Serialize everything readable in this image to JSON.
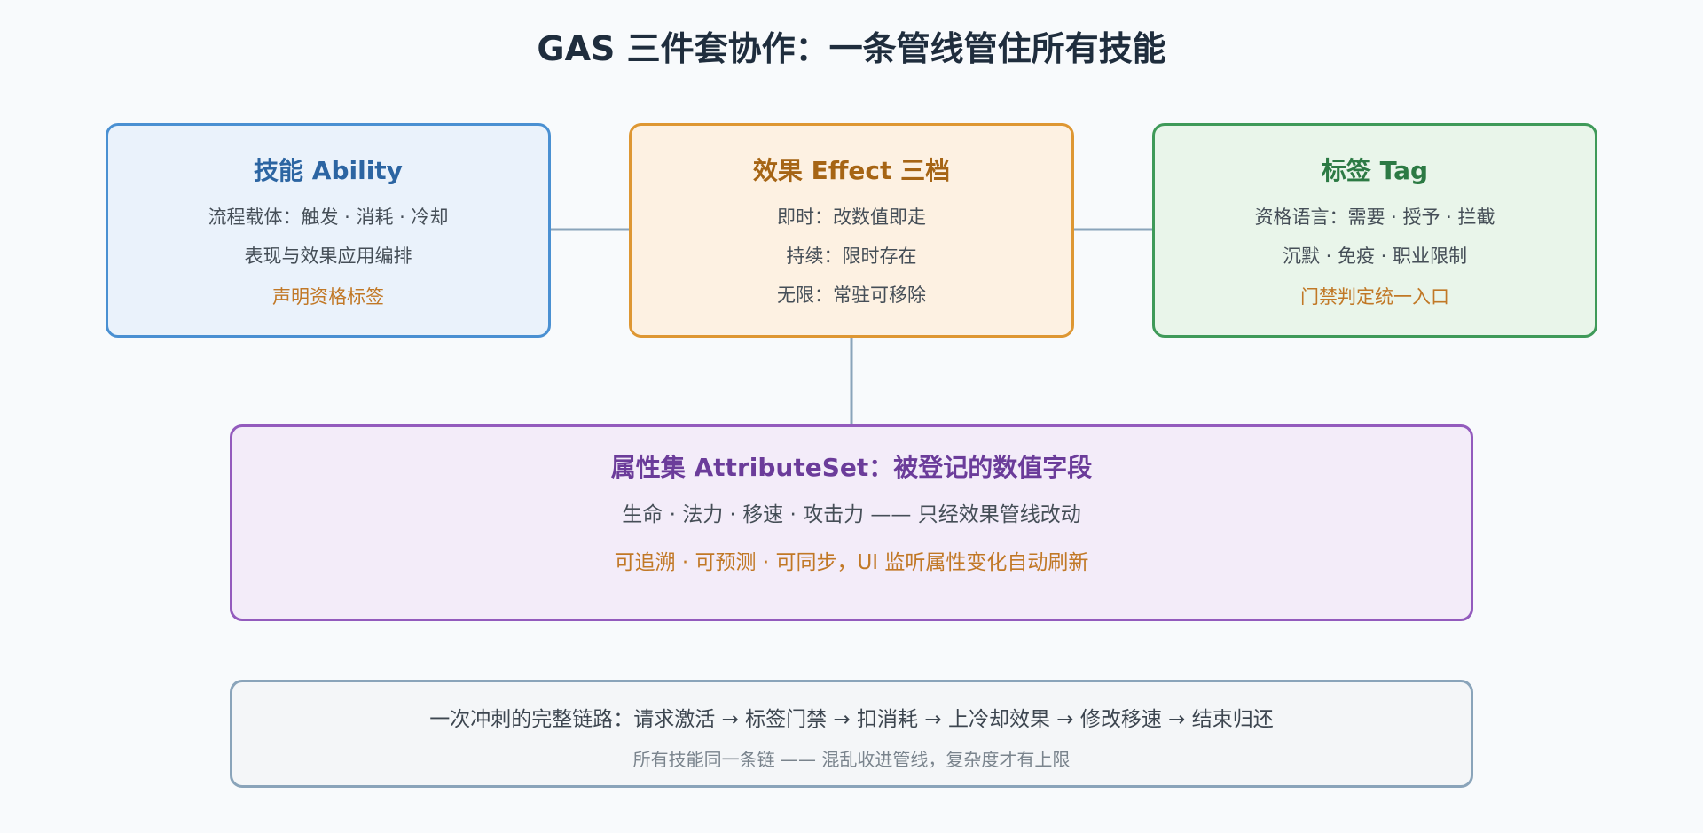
{
  "title": "GAS 三件套协作：一条管线管住所有技能",
  "ability": {
    "title": "技能 Ability",
    "line1": "流程载体：触发 · 消耗 · 冷却",
    "line2": "表现与效果应用编排",
    "accent": "声明资格标签"
  },
  "effect": {
    "title": "效果 Effect 三档",
    "line1": "即时：改数值即走",
    "line2": "持续：限时存在",
    "line3": "无限：常驻可移除"
  },
  "tag": {
    "title": "标签 Tag",
    "line1": "资格语言：需要 · 授予 · 拦截",
    "line2": "沉默 · 免疫 · 职业限制",
    "accent": "门禁判定统一入口"
  },
  "attribute": {
    "title": "属性集 AttributeSet：被登记的数值字段",
    "line1": "生命 · 法力 · 移速 · 攻击力 —— 只经效果管线改动",
    "accent": "可追溯 · 可预测 · 可同步，UI 监听属性变化自动刷新"
  },
  "chain": {
    "main": "一次冲刺的完整链路：请求激活 → 标签门禁 → 扣消耗 → 上冷却效果 → 修改移速 → 结束归还",
    "sub": "所有技能同一条链 —— 混乱收进管线，复杂度才有上限"
  },
  "colors": {
    "ability_border": "#4a90d2",
    "effect_border": "#de9733",
    "tag_border": "#3f9a59",
    "attribute_border": "#935bbd",
    "chain_border": "#8aa4ba",
    "connector": "#8aa4ba",
    "accent_text": "#c17826"
  }
}
